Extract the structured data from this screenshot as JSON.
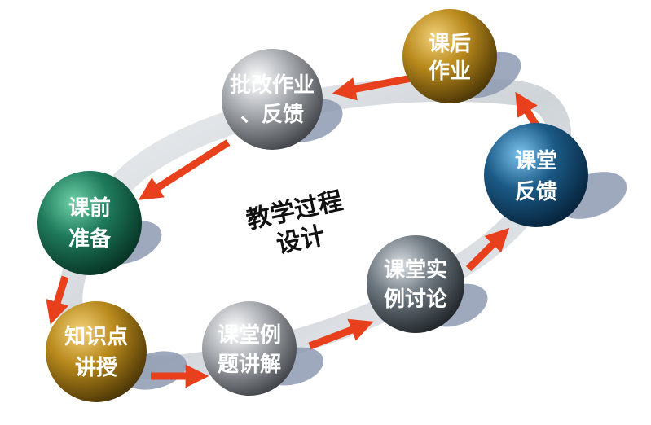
{
  "center_title": {
    "line1": "教学过程",
    "line2": "设计"
  },
  "nodes": [
    {
      "id": "kehou-zuoye",
      "line1": "课后",
      "line2": "作业",
      "theme": "gold"
    },
    {
      "id": "pigai-fankui",
      "line1": "批改作业",
      "line2": "、反馈",
      "theme": "silver"
    },
    {
      "id": "keqian-zhunbei",
      "line1": "课前",
      "line2": "准备",
      "theme": "green"
    },
    {
      "id": "zhishidian-jiangshou",
      "line1": "知识点",
      "line2": "讲授",
      "theme": "gold"
    },
    {
      "id": "ketang-li-ti-jiangjie",
      "line1": "课堂例",
      "line2": "题讲解",
      "theme": "silver"
    },
    {
      "id": "ketang-shili-taolun",
      "line1": "课堂实",
      "line2": "例讨论",
      "theme": "slate"
    },
    {
      "id": "ketang-fankui",
      "line1": "课堂",
      "line2": "反馈",
      "theme": "blue"
    }
  ],
  "colors": {
    "arrow": "#e8401c",
    "ring": "#d9dde1",
    "shadow": "#8e9ab2",
    "gold": "#b38a1e",
    "silver": "#9ea3a8",
    "green": "#1f7a5c",
    "slate": "#6e7880",
    "blue": "#1b5a86"
  }
}
